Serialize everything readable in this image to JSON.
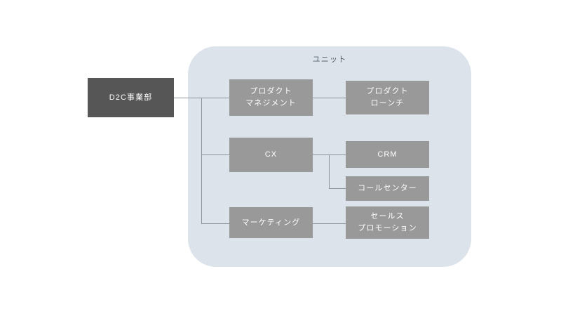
{
  "diagram": {
    "title_visible": false,
    "colors": {
      "root_box": "#565656",
      "unit_box": "#999999",
      "container_bg": "#dde3ea",
      "line": "#8e949b",
      "label_text": "#55606b",
      "box_text": "#ffffff",
      "page_bg": "#ffffff"
    },
    "container": {
      "label": "ユニット"
    },
    "root": {
      "label": "D2C事業部"
    },
    "branches": [
      {
        "label": "プロダクト\nマネジメント",
        "children": [
          {
            "label": "プロダクト\nローンチ"
          }
        ]
      },
      {
        "label": "CX",
        "children": [
          {
            "label": "CRM"
          },
          {
            "label": "コールセンター"
          }
        ]
      },
      {
        "label": "マーケティング",
        "children": [
          {
            "label": "セールス\nプロモーション"
          }
        ]
      }
    ]
  }
}
